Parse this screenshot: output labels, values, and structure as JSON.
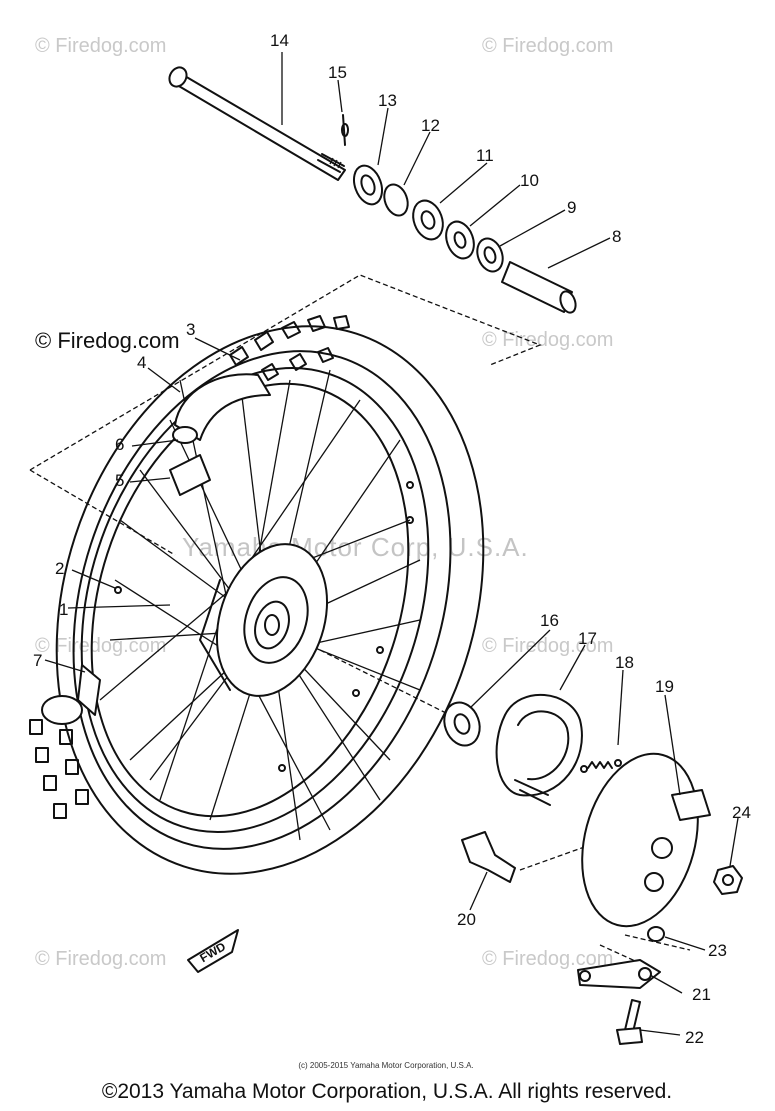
{
  "watermarks": {
    "text": "© Firedog.com",
    "center": "Yamaha Motor Corp, U.S.A."
  },
  "diagram": {
    "fwd_label": "FWD",
    "callouts": [
      "1",
      "2",
      "3",
      "4",
      "5",
      "6",
      "7",
      "8",
      "9",
      "10",
      "11",
      "12",
      "13",
      "14",
      "15",
      "16",
      "17",
      "18",
      "19",
      "20",
      "21",
      "22",
      "23",
      "24"
    ]
  },
  "footer": {
    "small_copyright": "(c) 2005-2015 Yamaha Motor Corporation, U.S.A.",
    "main_copyright": "©2013 Yamaha Motor Corporation, U.S.A. All rights reserved."
  }
}
